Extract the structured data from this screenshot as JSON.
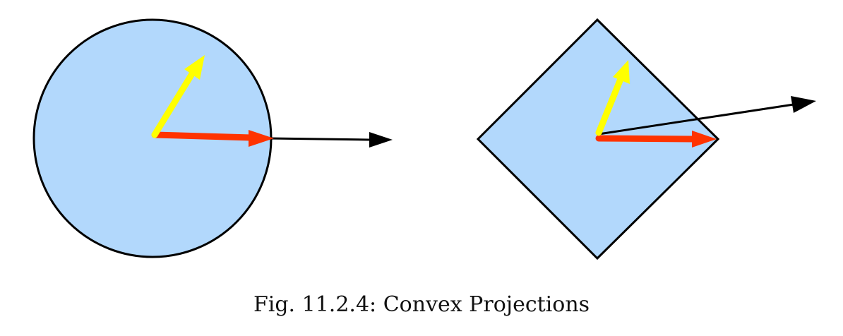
{
  "figure": {
    "caption": "Fig. 11.2.4: Convex Projections",
    "panels": [
      {
        "shape": "circle",
        "description_vectors": [
          "yellow",
          "red",
          "black"
        ]
      },
      {
        "shape": "diamond",
        "description_vectors": [
          "yellow",
          "red",
          "black"
        ]
      }
    ]
  },
  "colors": {
    "fill": "#b2d8fc",
    "outline": "#000000",
    "yellow": "#ffff00",
    "red": "#ff3300",
    "black": "#000000"
  }
}
